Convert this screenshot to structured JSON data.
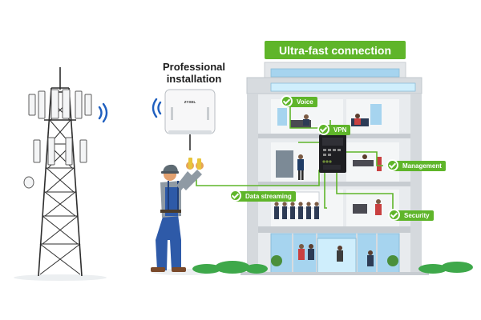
{
  "banner": {
    "text": "Ultra-fast connection"
  },
  "installation": {
    "line1": "Professional",
    "line2": "installation"
  },
  "device": {
    "brand": "ZYXEL"
  },
  "tags": {
    "voice": "Voice",
    "vpn": "VPN",
    "management": "Management",
    "data_streaming": "Data streaming",
    "security": "Security"
  },
  "colors": {
    "accent_green": "#5fb52a",
    "building_wall": "#dfe3e6",
    "window_blue": "#a6d4ef",
    "worker_blue": "#2e5aa8",
    "router_body": "#1e1e22",
    "signal_blue": "#1f5fbf"
  },
  "icons": [
    "signal-wave-icon",
    "check-icon"
  ]
}
